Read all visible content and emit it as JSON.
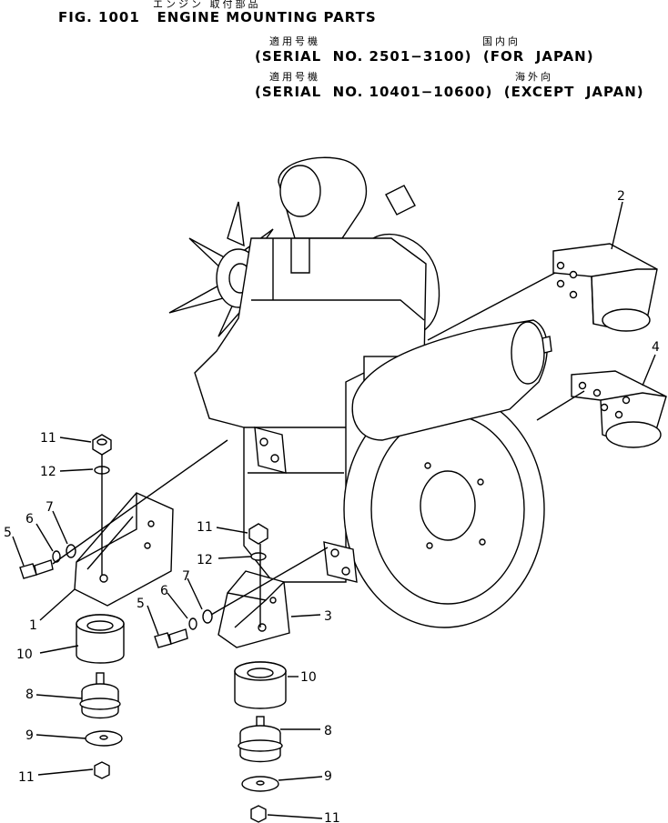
{
  "header": {
    "jp_title": "エンジン 取付部品",
    "fig_title": "FIG. 1001   ENGINE MOUNTING PARTS",
    "jp_applicable_1": "適用号機",
    "jp_domestic": "国内向",
    "serial_line_1": "(SERIAL  NO. 2501−3100)  (FOR  JAPAN)",
    "jp_applicable_2": "適用号機",
    "jp_overseas": "海外向",
    "serial_line_2": "(SERIAL  NO. 10401−10600)  (EXCEPT  JAPAN)"
  },
  "callouts": [
    {
      "id": "c2",
      "text": "2"
    },
    {
      "id": "c4",
      "text": "4"
    },
    {
      "id": "c11a",
      "text": "11"
    },
    {
      "id": "c12a",
      "text": "12"
    },
    {
      "id": "c7a",
      "text": "7"
    },
    {
      "id": "c6a",
      "text": "6"
    },
    {
      "id": "c5a",
      "text": "5"
    },
    {
      "id": "c1",
      "text": "1"
    },
    {
      "id": "c10a",
      "text": "10"
    },
    {
      "id": "c8a",
      "text": "8"
    },
    {
      "id": "c9a",
      "text": "9"
    },
    {
      "id": "c11b",
      "text": "11"
    },
    {
      "id": "c11c",
      "text": "11"
    },
    {
      "id": "c12b",
      "text": "12"
    },
    {
      "id": "c7b",
      "text": "7"
    },
    {
      "id": "c6b",
      "text": "6"
    },
    {
      "id": "c5b",
      "text": "5"
    },
    {
      "id": "c3",
      "text": "3"
    },
    {
      "id": "c10b",
      "text": "10"
    },
    {
      "id": "c8b",
      "text": "8"
    },
    {
      "id": "c9b",
      "text": "9"
    },
    {
      "id": "c11d",
      "text": "11"
    }
  ]
}
